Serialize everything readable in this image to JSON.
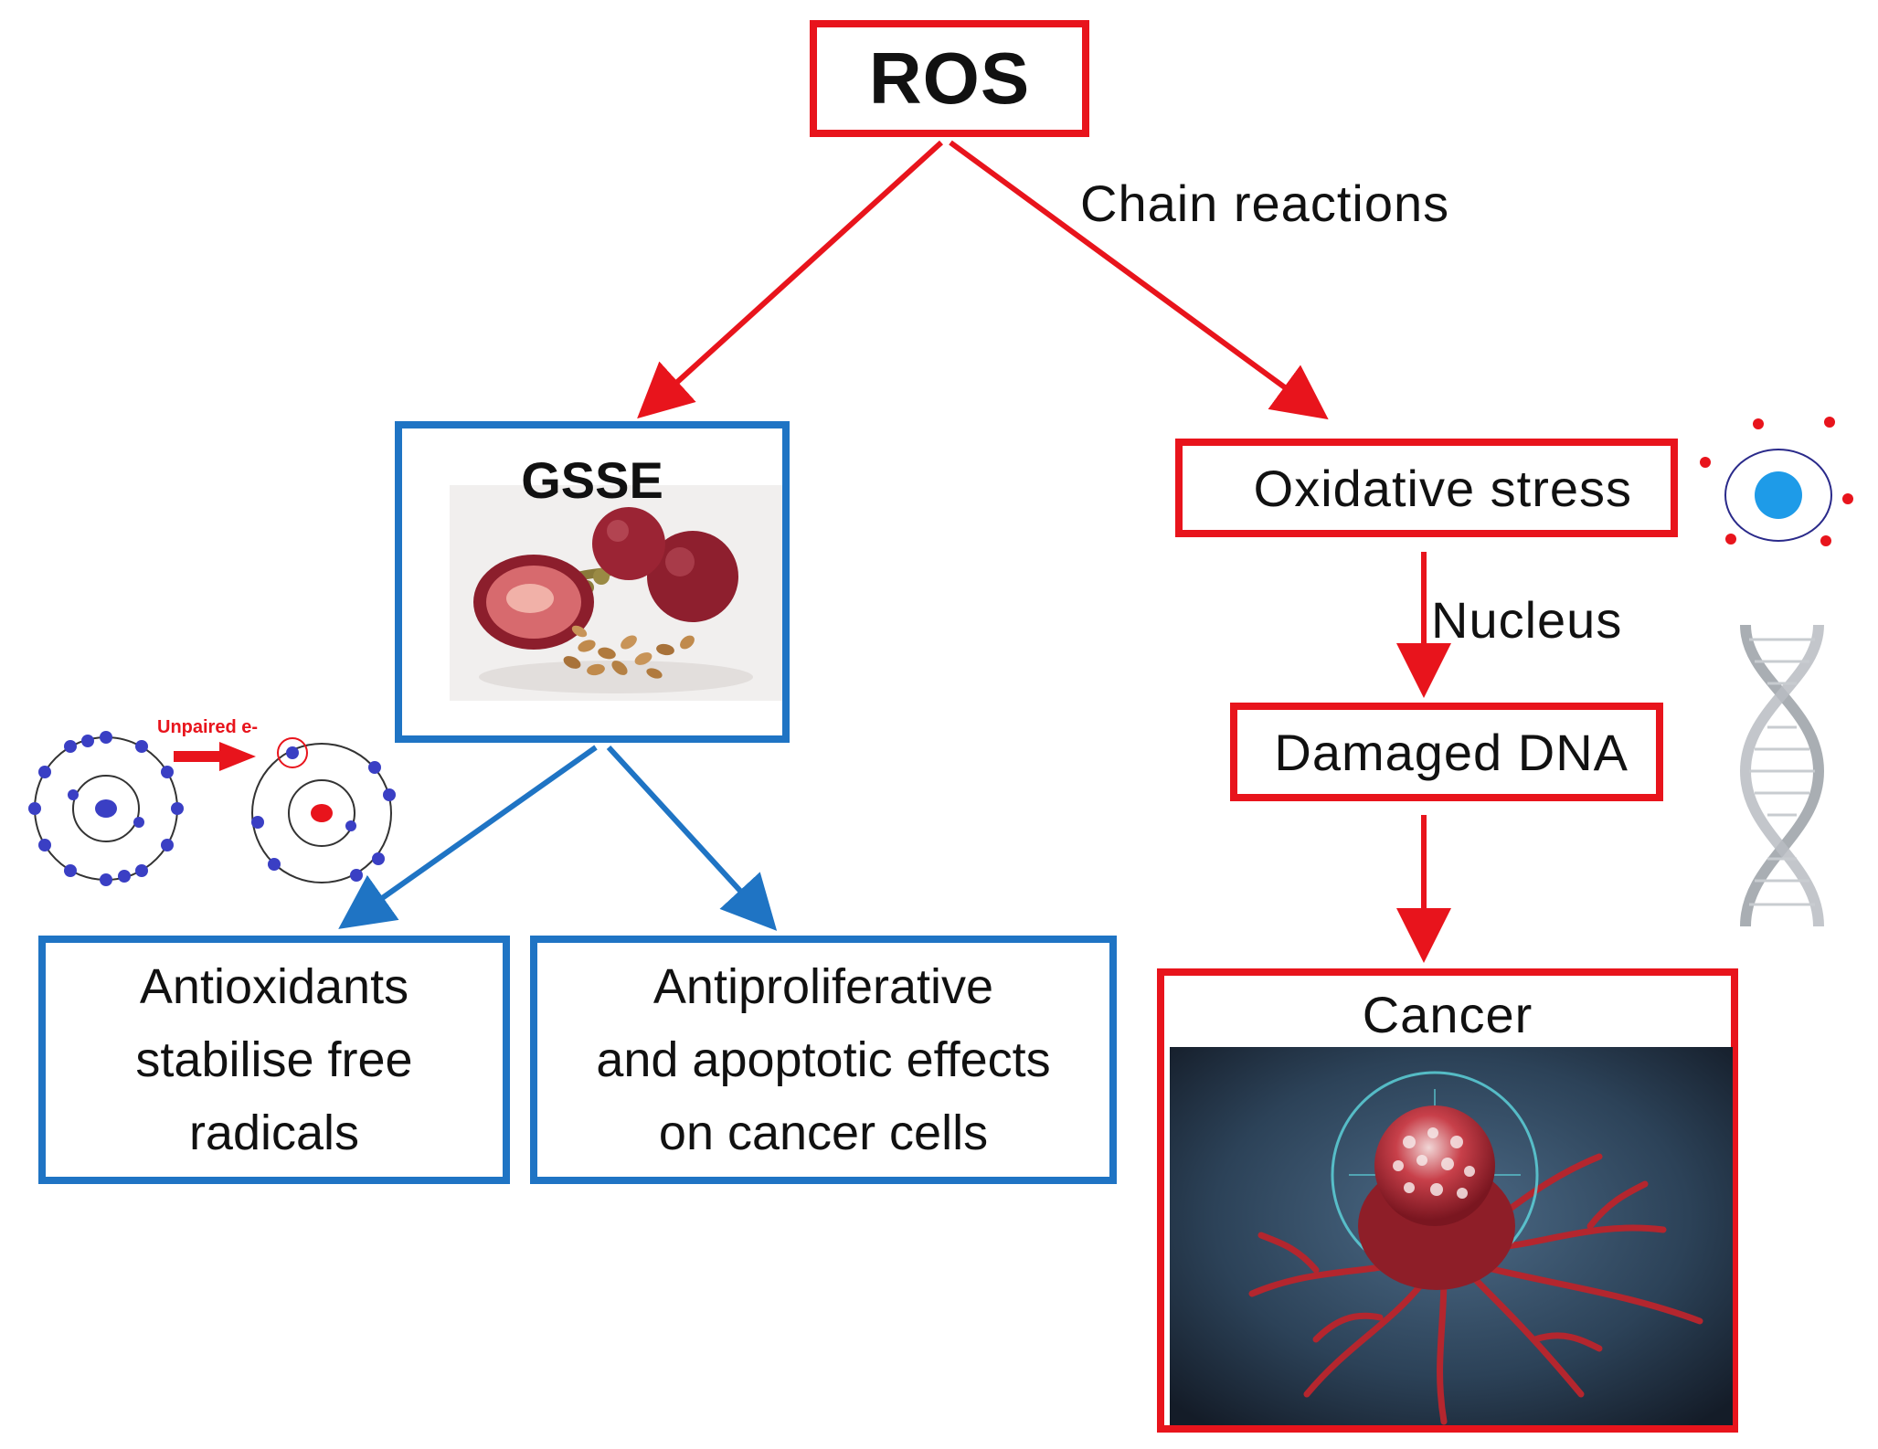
{
  "nodes": {
    "ros": "ROS",
    "gsse": "GSSE",
    "oxidative_stress": "Oxidative stress",
    "damaged_dna": "Damaged DNA",
    "antioxidants": "Antioxidants\nstabilise free\nradicals",
    "antiproliferative": "Antiproliferative\nand apoptotic effects\non cancer cells",
    "cancer": "Cancer"
  },
  "edges": {
    "chain_reactions": "Chain reactions",
    "nucleus": "Nucleus",
    "unpaired": "Unpaired e-"
  },
  "colors": {
    "red": "#e8141c",
    "blue": "#1f74c4",
    "atom_blue": "#3a3fc4"
  },
  "icons": {
    "grapes": "grape-seeds-photo",
    "cell": "free-radical-cell-icon",
    "dna": "dna-helix-icon",
    "atoms": "atom-radical-icon",
    "tumor": "cancer-cell-photo"
  }
}
